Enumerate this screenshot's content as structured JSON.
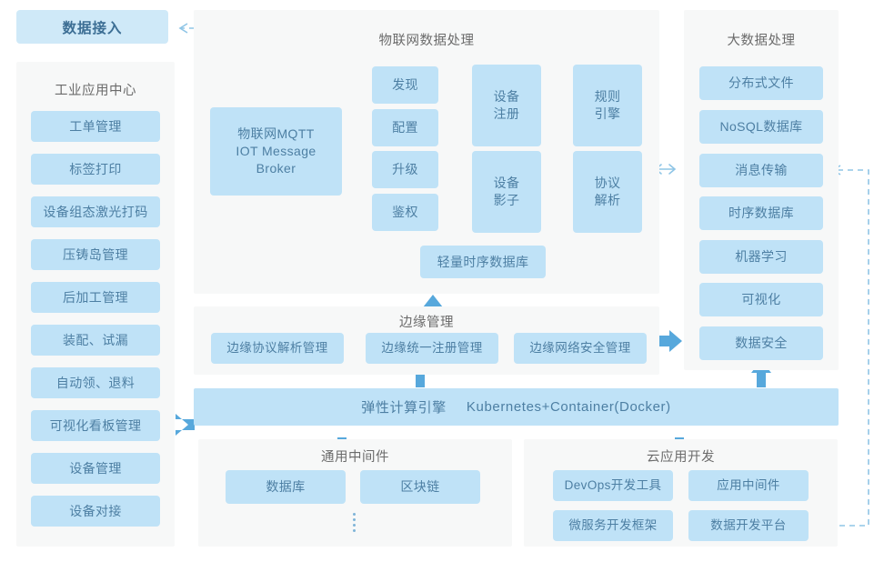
{
  "header": {
    "label": "数据接入"
  },
  "panels": {
    "industrial_app_center": {
      "title": "工业应用中心",
      "items": [
        "工单管理",
        "标签打印",
        "设备组态激光打码",
        "压铸岛管理",
        "后加工管理",
        "装配、试漏",
        "自动领、退料",
        "可视化看板管理",
        "设备管理",
        "设备对接"
      ]
    },
    "iot_data_processing": {
      "title": "物联网数据处理",
      "broker": "物联网MQTT\nIOT Message\nBroker",
      "broker_lines": [
        "物联网MQTT",
        "IOT Message",
        "Broker"
      ],
      "stack": [
        "发现",
        "配置",
        "升级",
        "鉴权"
      ],
      "device_register": "设备\n注册",
      "device_register_lines": [
        "设备",
        "注册"
      ],
      "device_shadow": "设备\n影子",
      "device_shadow_lines": [
        "设备",
        "影子"
      ],
      "rule_engine": "规则\n引擎",
      "rule_engine_lines": [
        "规则",
        "引擎"
      ],
      "protocol_parse": "协议\n解析",
      "protocol_parse_lines": [
        "协议",
        "解析"
      ],
      "lightweight_tsdb": "轻量时序数据库"
    },
    "big_data_processing": {
      "title": "大数据处理",
      "items": [
        "分布式文件",
        "NoSQL数据库",
        "消息传输",
        "时序数据库",
        "机器学习",
        "可视化",
        "数据安全"
      ]
    },
    "edge_management": {
      "title": "边缘管理",
      "items": [
        "边缘协议解析管理",
        "边缘统一注册管理",
        "边缘网络安全管理"
      ]
    },
    "elastic_compute": {
      "label_cn": "弹性计算引擎",
      "label_en": "Kubernetes+Container(Docker)"
    },
    "common_middleware": {
      "title": "通用中间件",
      "items": [
        "数据库",
        "区块链"
      ],
      "ellipsis": "⋮"
    },
    "cloud_app_dev": {
      "title": "云应用开发",
      "items": [
        "DevOps开发工具",
        "应用中间件",
        "微服务开发框架",
        "数据开发平台"
      ]
    }
  },
  "colors": {
    "box_fill": "#bfe2f7",
    "header_fill": "#cfe9f8",
    "panel_fill": "#f7f8f8",
    "box_text": "#4d7fa3",
    "title_text": "#6b6b6b",
    "arrow_solid": "#57a8dc",
    "arrow_dashed": "#8fc5e6"
  },
  "connectors": {
    "bidirectional_dashed": "<-->",
    "solid_arrows": 5,
    "dashed_arrows": 4
  }
}
